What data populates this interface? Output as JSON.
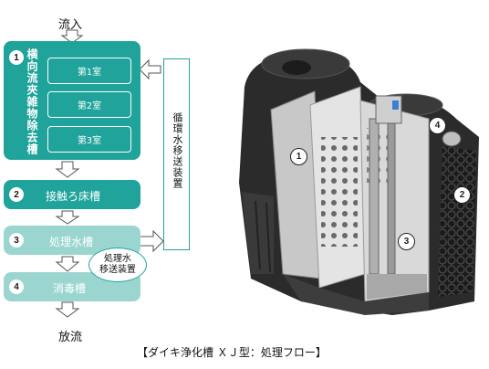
{
  "flow": {
    "inflow_label": "流入",
    "outflow_label": "放流"
  },
  "stages": [
    {
      "number": "1",
      "label": "横向流夾雑物除去槽",
      "rooms": [
        "第1室",
        "第2室",
        "第3室"
      ]
    },
    {
      "number": "2",
      "label": "接触ろ床槽"
    },
    {
      "number": "3",
      "label": "処理水槽"
    },
    {
      "number": "4",
      "label": "消毒槽"
    }
  ],
  "side_device": {
    "label": "循環水移送装置"
  },
  "transfer_device": {
    "line1": "処理水",
    "line2": "移送装置"
  },
  "photo": {
    "markers": [
      "1",
      "2",
      "3",
      "4"
    ]
  },
  "caption": "【ダイキ浄化槽 ＸＪ型：処理フロー】",
  "colors": {
    "stage_dark": "#1fa39a",
    "stage_light": "#9ad6cf",
    "arrow_fill": "#ffffff",
    "arrow_stroke": "#555555"
  }
}
